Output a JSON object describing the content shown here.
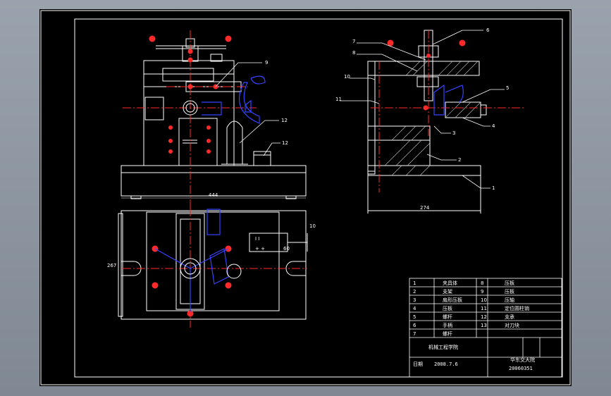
{
  "drawing": {
    "dims": {
      "front_width": "444",
      "side_width": "274",
      "plan_depth": "267",
      "plan_small_v": "10",
      "plan_small_h": "60"
    },
    "callouts": {
      "front": [
        "9",
        "12",
        "12"
      ],
      "side": [
        "6",
        "7",
        "8",
        "10",
        "11",
        "5",
        "3",
        "4",
        "2",
        "1"
      ]
    },
    "pos_box": {
      "top": "I I",
      "bottom": "+ +"
    }
  },
  "parts_table": {
    "rows": [
      {
        "no": "1",
        "name": "夹具体",
        "no2": "8",
        "name2": "压板"
      },
      {
        "no": "2",
        "name": "支架",
        "no2": "9",
        "name2": "压板"
      },
      {
        "no": "3",
        "name": "扇形压板",
        "no2": "10",
        "name2": "压轴"
      },
      {
        "no": "4",
        "name": "压板",
        "no2": "11",
        "name2": "定位圆柱销"
      },
      {
        "no": "5",
        "name": "螺杆",
        "no2": "12",
        "name2": "支承"
      },
      {
        "no": "6",
        "name": "手柄",
        "no2": "13",
        "name2": "对刀块"
      },
      {
        "no": "7",
        "name": "螺杆",
        "no2": "",
        "name2": ""
      }
    ],
    "college": "机械工程学院",
    "date_label": "日期",
    "date": "2008.7.6",
    "school": "华东交大院",
    "student_id": "20060351"
  }
}
